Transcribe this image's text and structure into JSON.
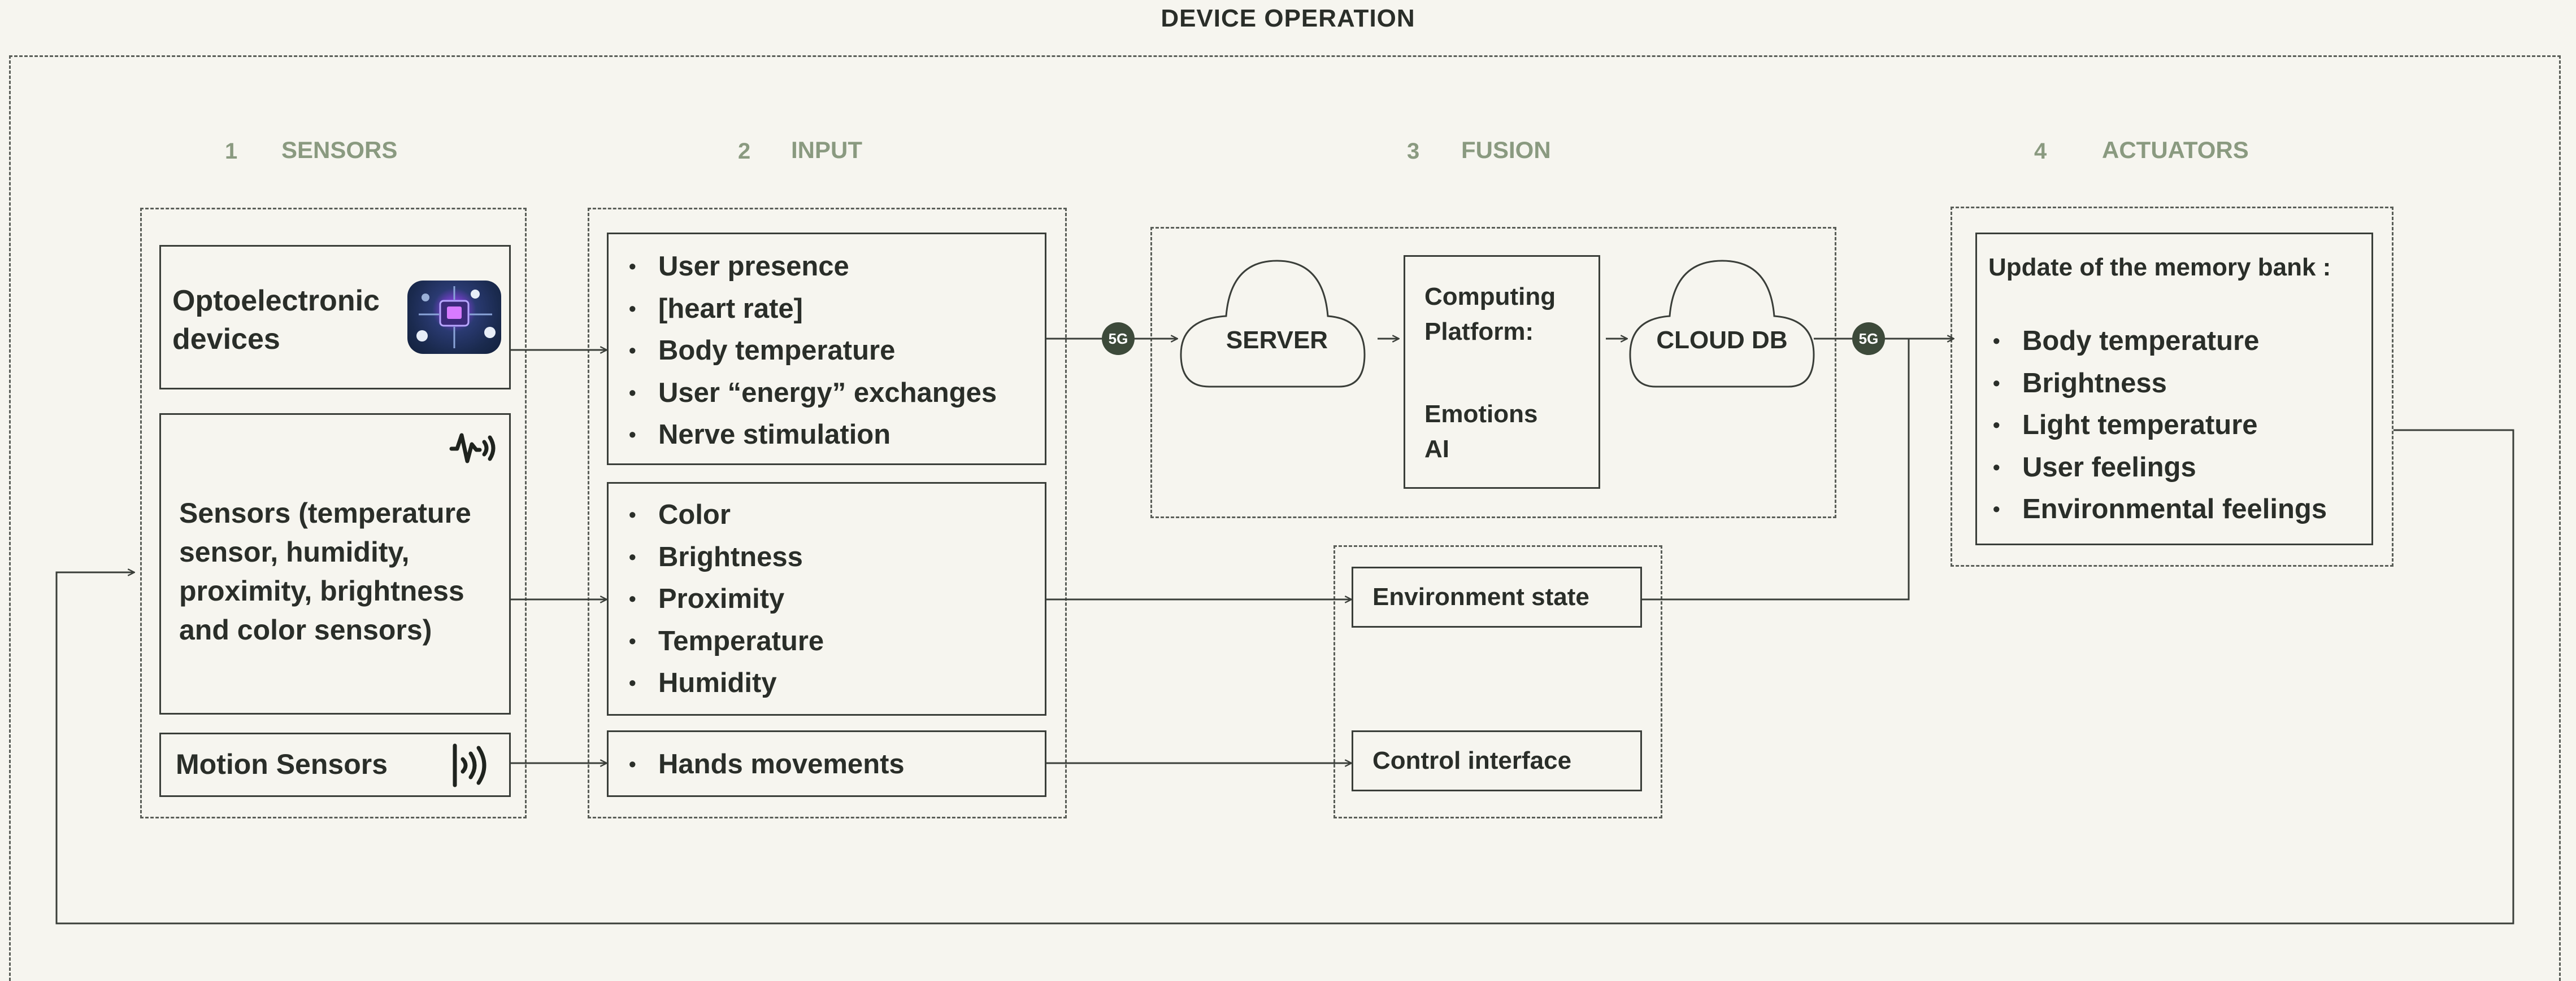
{
  "title": "DEVICE OPERATION",
  "stages": [
    {
      "num": "1",
      "label": "SENSORS"
    },
    {
      "num": "2",
      "label": "INPUT"
    },
    {
      "num": "3",
      "label": "FUSION"
    },
    {
      "num": "4",
      "label": "ACTUATORS"
    }
  ],
  "sensors": {
    "opto": "Optoelectronic devices",
    "env": "Sensors (temperature sensor, humidity, proximity, brightness and color sensors)",
    "motion": "Motion Sensors"
  },
  "input": {
    "group1": [
      "User presence",
      "[heart rate]",
      "Body temperature",
      "User “energy” exchanges",
      "Nerve stimulation"
    ],
    "group2": [
      "Color",
      "Brightness",
      "Proximity",
      "Temperature",
      "Humidity"
    ],
    "group3": [
      "Hands movements"
    ]
  },
  "fusion": {
    "server": "SERVER",
    "platform_line1": "Computing Platform:",
    "platform_line2": "Emotions AI",
    "cloud_db": "CLOUD DB",
    "env_state": "Environment state",
    "control": "Control interface"
  },
  "badges": {
    "five_g": "5G"
  },
  "actuators": {
    "heading": "Update of the memory bank :",
    "items": [
      "Body temperature",
      "Brightness",
      "Light temperature",
      "User feelings",
      "Environmental feelings"
    ]
  },
  "icons": [
    "chip-icon",
    "signal-wave-icon",
    "motion-wave-icon"
  ],
  "colors": {
    "background": "#f6f5ef",
    "stage_label": "#8a9a80",
    "badge": "#3d4a3a",
    "line": "#3a3e39"
  }
}
